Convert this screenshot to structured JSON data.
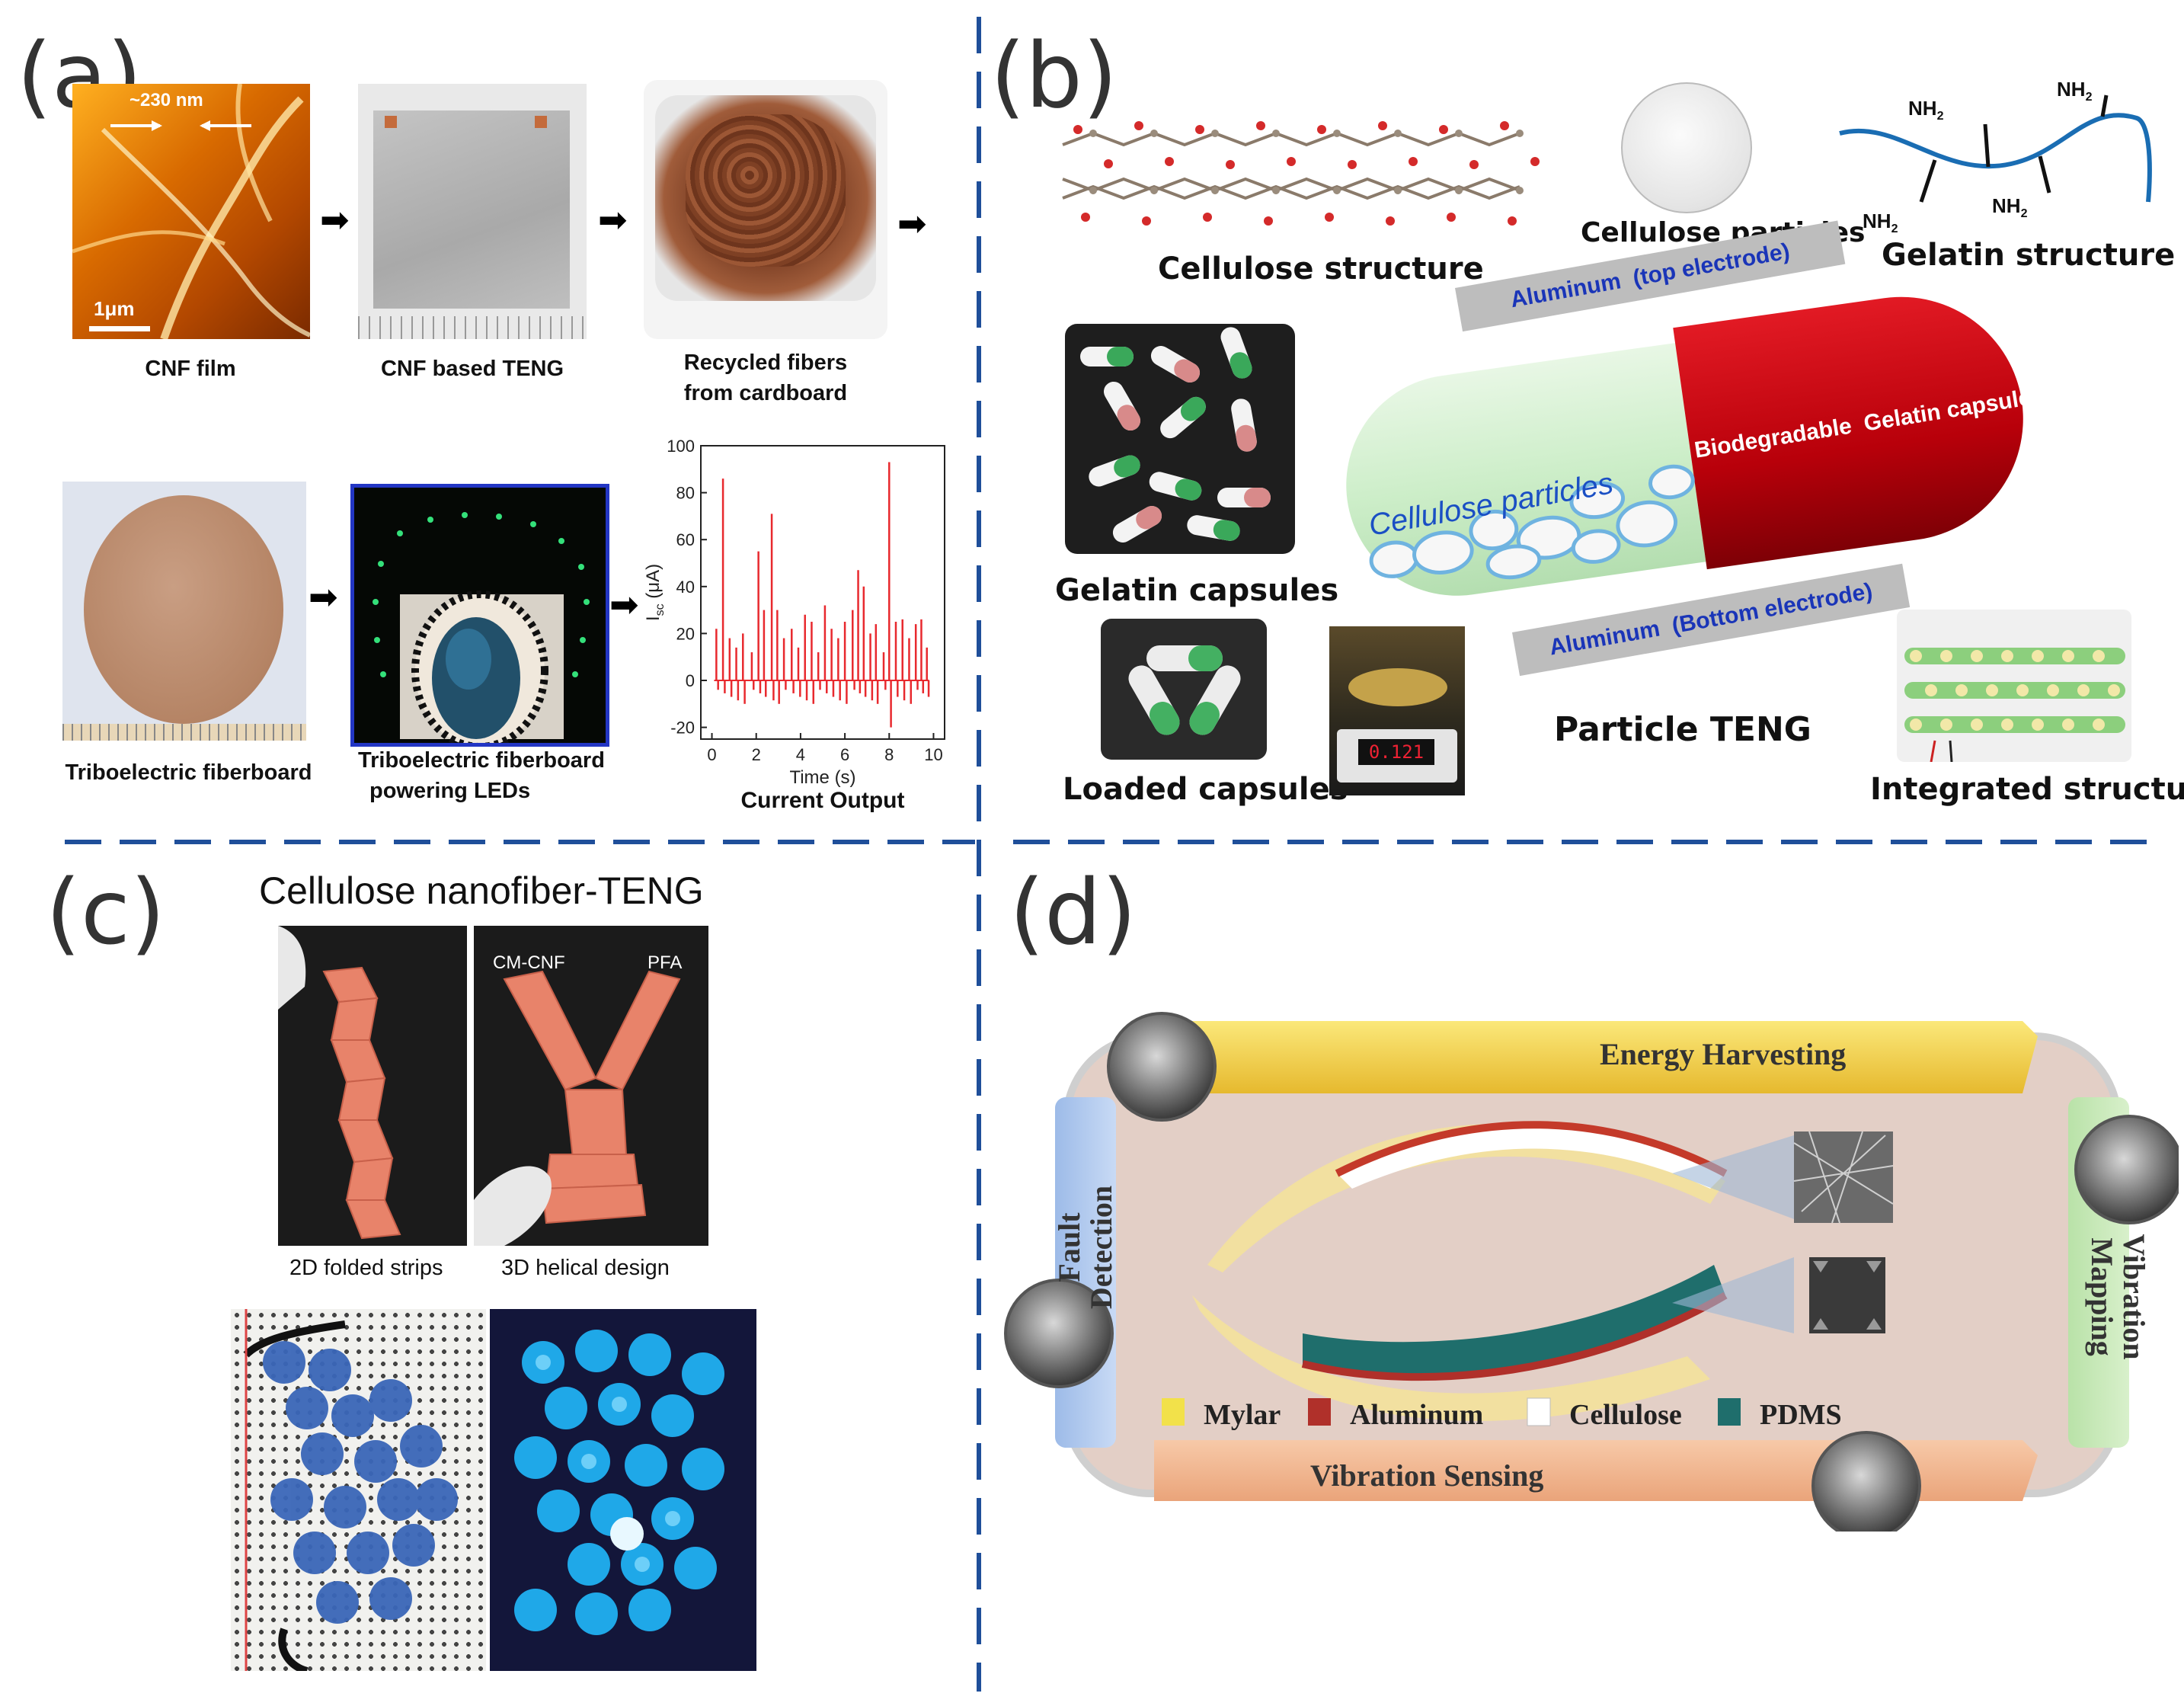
{
  "panels": {
    "a": {
      "label": "(a)",
      "afm_scale_nm": "~230 nm",
      "afm_scale_um": "1μm",
      "captions": {
        "cnf_film": "CNF film",
        "cnf_teng": "CNF based TENG",
        "recycled_1": "Recycled fibers",
        "recycled_2": "from cardboard",
        "fiberboard": "Triboelectric fiberboard",
        "leds_1": "Triboelectric fiberboard",
        "leds_2": "powering LEDs",
        "current": "Current Output"
      },
      "chart_data": {
        "type": "line",
        "xlabel": "Time (s)",
        "ylabel": "I",
        "ylabel_sub": "sc",
        "ylabel_unit": " (μA)",
        "xlim": [
          -0.5,
          10.5
        ],
        "ylim": [
          -25,
          100
        ],
        "xticks": [
          0,
          2,
          4,
          6,
          8,
          10
        ],
        "yticks": [
          -20,
          0,
          20,
          40,
          60,
          80,
          100
        ],
        "color": "#e8292e",
        "spikes": [
          {
            "x": 0.2,
            "y": 22
          },
          {
            "x": 0.5,
            "y": 86
          },
          {
            "x": 0.8,
            "y": 18
          },
          {
            "x": 1.1,
            "y": 14
          },
          {
            "x": 1.4,
            "y": 20
          },
          {
            "x": 1.8,
            "y": 12
          },
          {
            "x": 2.1,
            "y": 55
          },
          {
            "x": 2.35,
            "y": 30
          },
          {
            "x": 2.7,
            "y": 71
          },
          {
            "x": 2.95,
            "y": 30
          },
          {
            "x": 3.25,
            "y": 18
          },
          {
            "x": 3.6,
            "y": 22
          },
          {
            "x": 3.9,
            "y": 14
          },
          {
            "x": 4.2,
            "y": 28
          },
          {
            "x": 4.5,
            "y": 25
          },
          {
            "x": 4.8,
            "y": 12
          },
          {
            "x": 5.1,
            "y": 32
          },
          {
            "x": 5.4,
            "y": 22
          },
          {
            "x": 5.7,
            "y": 18
          },
          {
            "x": 6.0,
            "y": 25
          },
          {
            "x": 6.35,
            "y": 30
          },
          {
            "x": 6.6,
            "y": 47
          },
          {
            "x": 6.85,
            "y": 40
          },
          {
            "x": 7.15,
            "y": 20
          },
          {
            "x": 7.4,
            "y": 24
          },
          {
            "x": 7.75,
            "y": 12
          },
          {
            "x": 8.0,
            "y": 93
          },
          {
            "x": 8.3,
            "y": 25
          },
          {
            "x": 8.6,
            "y": 26
          },
          {
            "x": 8.9,
            "y": 18
          },
          {
            "x": 9.2,
            "y": 24
          },
          {
            "x": 9.45,
            "y": 26
          },
          {
            "x": 9.7,
            "y": 14
          }
        ]
      }
    },
    "b": {
      "label": "(b)",
      "cellulose_structure": "Cellulose structure",
      "cellulose_particles_top": "Cellulose particles",
      "gelatin_structure": "Gelatin structure",
      "nh2": "NH",
      "nh2_sub": "2",
      "al_top": "Aluminum  (top electrode)",
      "al_bottom": "Aluminum  (Bottom electrode)",
      "capsule_label": "Biodegradable  Gelatin capsule",
      "capsule_particles": "Cellulose particles",
      "gelatin_capsules": "Gelatin capsules",
      "loaded_capsules": "Loaded capsules",
      "particle_teng": "Particle TENG",
      "integrated": "Integrated structure",
      "scale_display": "0.121"
    },
    "c": {
      "label": "(c)",
      "title": "Cellulose nanofiber-TENG",
      "cm_cnf": "CM-CNF",
      "pfa": "PFA",
      "folded": "2D folded strips",
      "helical": "3D helical design"
    },
    "d": {
      "label": "(d)",
      "energy": "Energy Harvesting",
      "vib_sensing": "Vibration Sensing",
      "fault_1": "Fault",
      "fault_2": "Detection",
      "vib_map_1": "Vibration",
      "vib_map_2": "Mapping",
      "legend": [
        "Mylar",
        "Aluminum",
        "Cellulose",
        "PDMS"
      ],
      "legend_colors": [
        "#f2e14a",
        "#b0302a",
        "#ffffff",
        "#1f6e6c"
      ]
    }
  },
  "colors": {
    "divider": "#1f4f9a",
    "teng_red": "#e8292e",
    "capsule_red": "#b8000a",
    "capsule_green": "#cdeec9"
  }
}
